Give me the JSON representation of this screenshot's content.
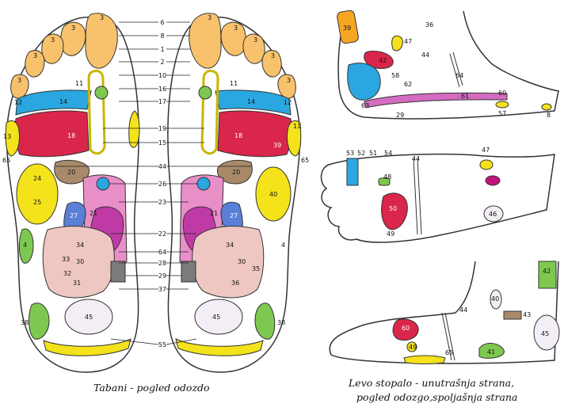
{
  "captions": {
    "soles": "Tabani - pogled odozdo",
    "left_foot_line1": "Levo stopalo - unutrašnja strana,",
    "left_foot_line2": "pogled odozgo,spoljašnja strana"
  },
  "center_labels": [
    "6",
    "8",
    "1",
    "2",
    "10",
    "16",
    "17",
    "19",
    "15",
    "44",
    "26",
    "23",
    "22",
    "64",
    "28",
    "29",
    "37",
    "55"
  ],
  "sole_labels": [
    "3",
    "3",
    "3",
    "3",
    "3",
    "3",
    "3",
    "3",
    "3",
    "3",
    "11",
    "12",
    "14",
    "13",
    "18",
    "65",
    "20",
    "24",
    "25",
    "27",
    "21",
    "34",
    "33",
    "30",
    "32",
    "31",
    "4",
    "38",
    "45",
    "36",
    "35",
    "40",
    "39"
  ],
  "side_labels": [
    "39",
    "42",
    "47",
    "36",
    "44",
    "58",
    "62",
    "64",
    "63",
    "29",
    "61",
    "60",
    "57",
    "8",
    "53",
    "52",
    "51",
    "54",
    "44",
    "48",
    "50",
    "49",
    "47",
    "46",
    "40",
    "60",
    "44",
    "43",
    "41",
    "65",
    "45",
    "42"
  ],
  "colors": {
    "orange": "#f5a623",
    "red": "#d9264a",
    "blue": "#2aa7e0",
    "yellow": "#f4e21a",
    "green": "#7ec850",
    "pink": "#e88fc8",
    "magenta": "#c03aa6",
    "brown": "#a88a6a",
    "peach": "#efc7c2",
    "periwinkle": "#5a7fd6",
    "violet": "#a23fb0"
  }
}
